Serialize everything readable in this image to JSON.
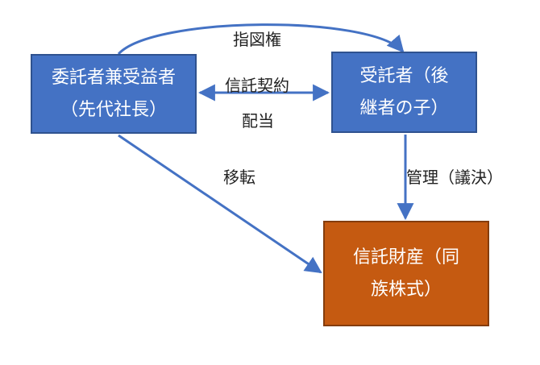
{
  "colors": {
    "box_blue": "#4472C4",
    "box_blue_edge": "#2F528F",
    "box_orange": "#C55A11",
    "box_orange_edge": "#843C0C",
    "arrow": "#4472C4"
  },
  "nodes": {
    "settlor": {
      "line1": "委託者兼受益者",
      "line2": "（先代社長）"
    },
    "trustee": {
      "line1": "受託者（後",
      "line2": "継者の子）"
    },
    "property": {
      "line1": "信託財産（同",
      "line2": "族株式）"
    }
  },
  "edges": {
    "direction_right": "指図権",
    "trust_contract": "信託契約",
    "dividend": "配当",
    "transfer": "移転",
    "management": "管理（議決）"
  }
}
